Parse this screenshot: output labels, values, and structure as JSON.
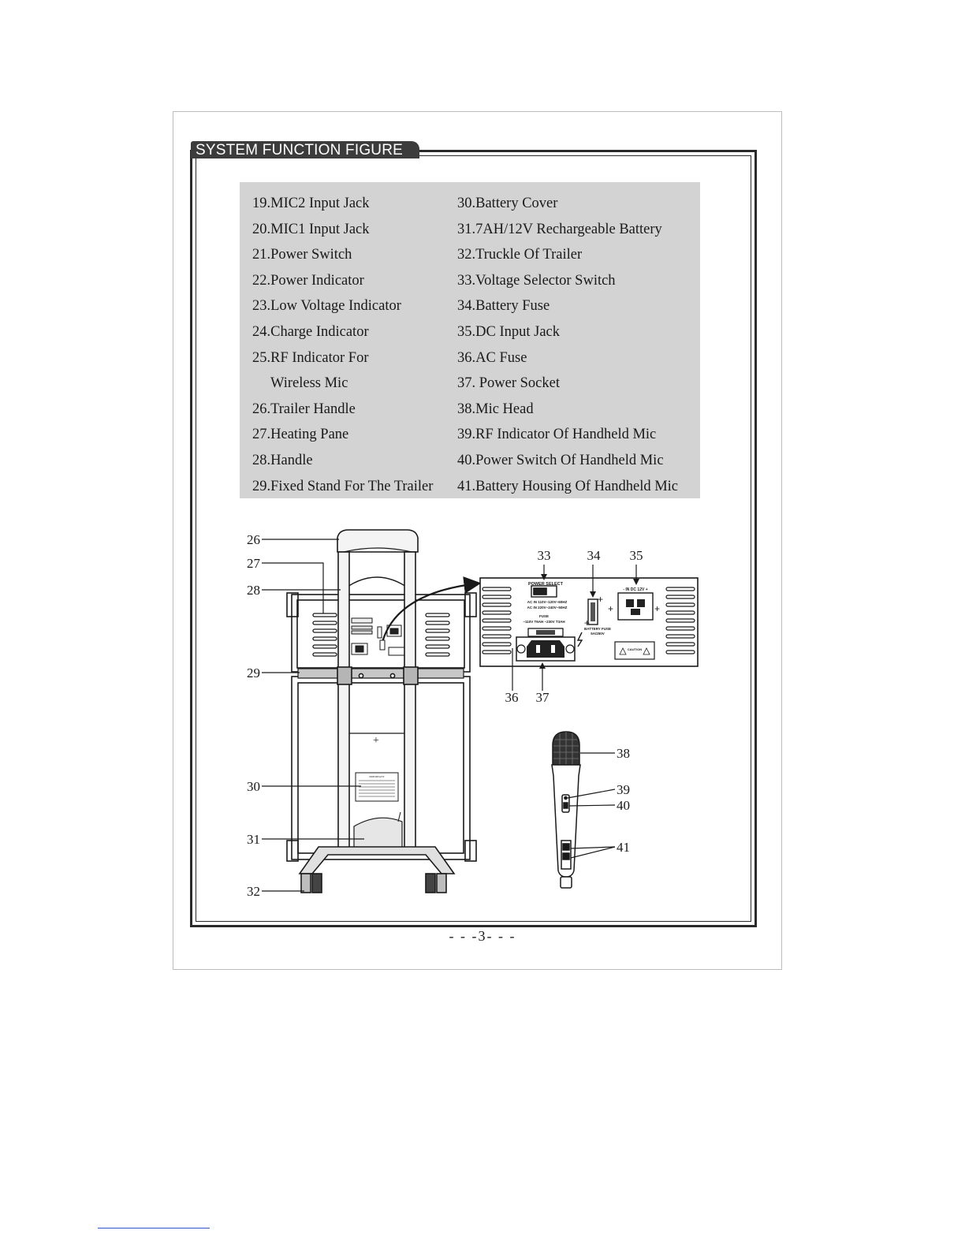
{
  "section_title": "SYSTEM FUNCTION FIGURE",
  "legend": {
    "left": [
      "19.MIC2 Input Jack",
      "20.MIC1 Input Jack",
      "21.Power Switch",
      "22.Power Indicator",
      "23.Low Voltage Indicator",
      "24.Charge Indicator",
      "25.RF Indicator For",
      "Wireless Mic",
      "26.Trailer Handle",
      "27.Heating Pane",
      "28.Handle",
      "29.Fixed Stand For The Trailer"
    ],
    "right": [
      "30.Battery Cover",
      "31.7AH/12V Rechargeable Battery",
      "32.Truckle Of Trailer",
      "33.Voltage Selector Switch",
      "34.Battery Fuse",
      "35.DC Input Jack",
      "36.AC Fuse",
      "37. Power Socket",
      "38.Mic Head",
      "39.RF Indicator Of Handheld Mic",
      "40.Power Switch Of Handheld Mic",
      "41.Battery Housing Of Handheld Mic"
    ]
  },
  "figure": {
    "callouts": {
      "c26": "26",
      "c27": "27",
      "c28": "28",
      "c29": "29",
      "c30": "30",
      "c31": "31",
      "c32": "32",
      "c33": "33",
      "c34": "34",
      "c35": "35",
      "c36": "36",
      "c37": "37",
      "c38": "38",
      "c39": "39",
      "c40": "40",
      "c41": "41"
    },
    "panel_labels": {
      "power_select": "POWER SELECT",
      "ac_110": "AC IN 110V~120V~60HZ",
      "ac_220": "AC IN 220V~240V~50HZ",
      "fuse": "FUSE",
      "fuse_rating": "~110V T6AH ~230V T3AH",
      "battery_fuse": "BATTERY FUSE",
      "battery_fuse_rating": "5A/250V",
      "dc_in": "- IN DC 12V +",
      "caution": "CAUTION"
    },
    "battery_notice": "IMPORTANT"
  },
  "page_number": "- - -3- - -"
}
